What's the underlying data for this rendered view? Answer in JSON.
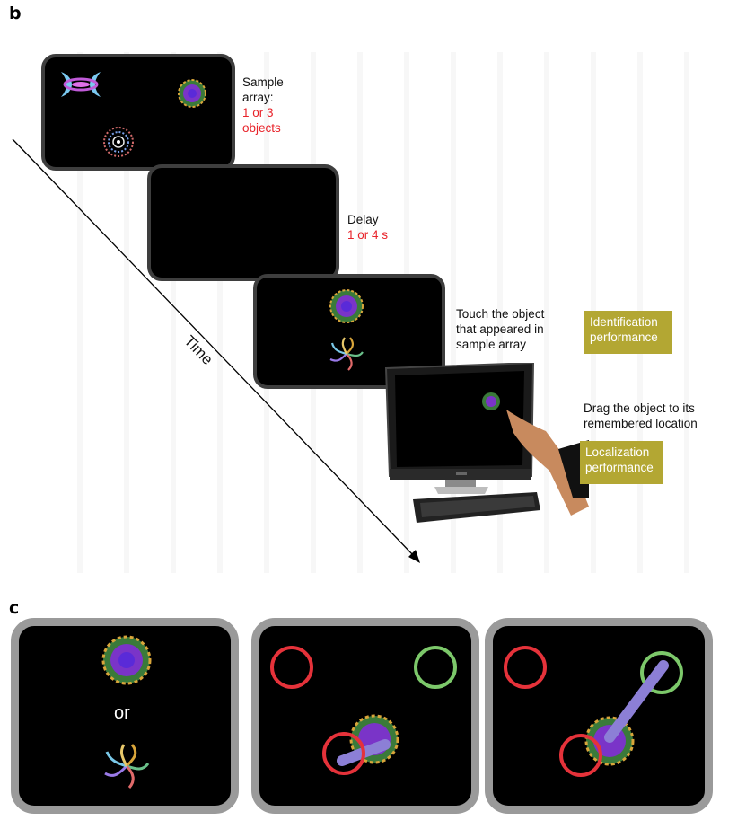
{
  "panel_b": {
    "label": "b",
    "sample": {
      "line1": "Sample",
      "line2": "array:",
      "red1": "1 or 3",
      "red2": "objects"
    },
    "delay": {
      "line1": "Delay",
      "red1": "1 or 4 s"
    },
    "touch": {
      "line1": "Touch the object",
      "line2": "that appeared in",
      "line3": "sample array"
    },
    "drag": {
      "line1": "Drag the object to its",
      "line2": "remembered location"
    },
    "identification": {
      "line1": "Identification",
      "line2": "performance"
    },
    "localization": {
      "line1": "Localization",
      "line2": "performance"
    },
    "time_label": "Time",
    "colors": {
      "red_text": "#e8232a",
      "badge": "#b3a733"
    }
  },
  "panel_c": {
    "label": "c",
    "or_text": "or",
    "colors": {
      "frame": "#9a9a9a",
      "red_ring": "#e5323a",
      "green_ring": "#7cc86a",
      "drag_line": "#8c7fd6"
    }
  }
}
